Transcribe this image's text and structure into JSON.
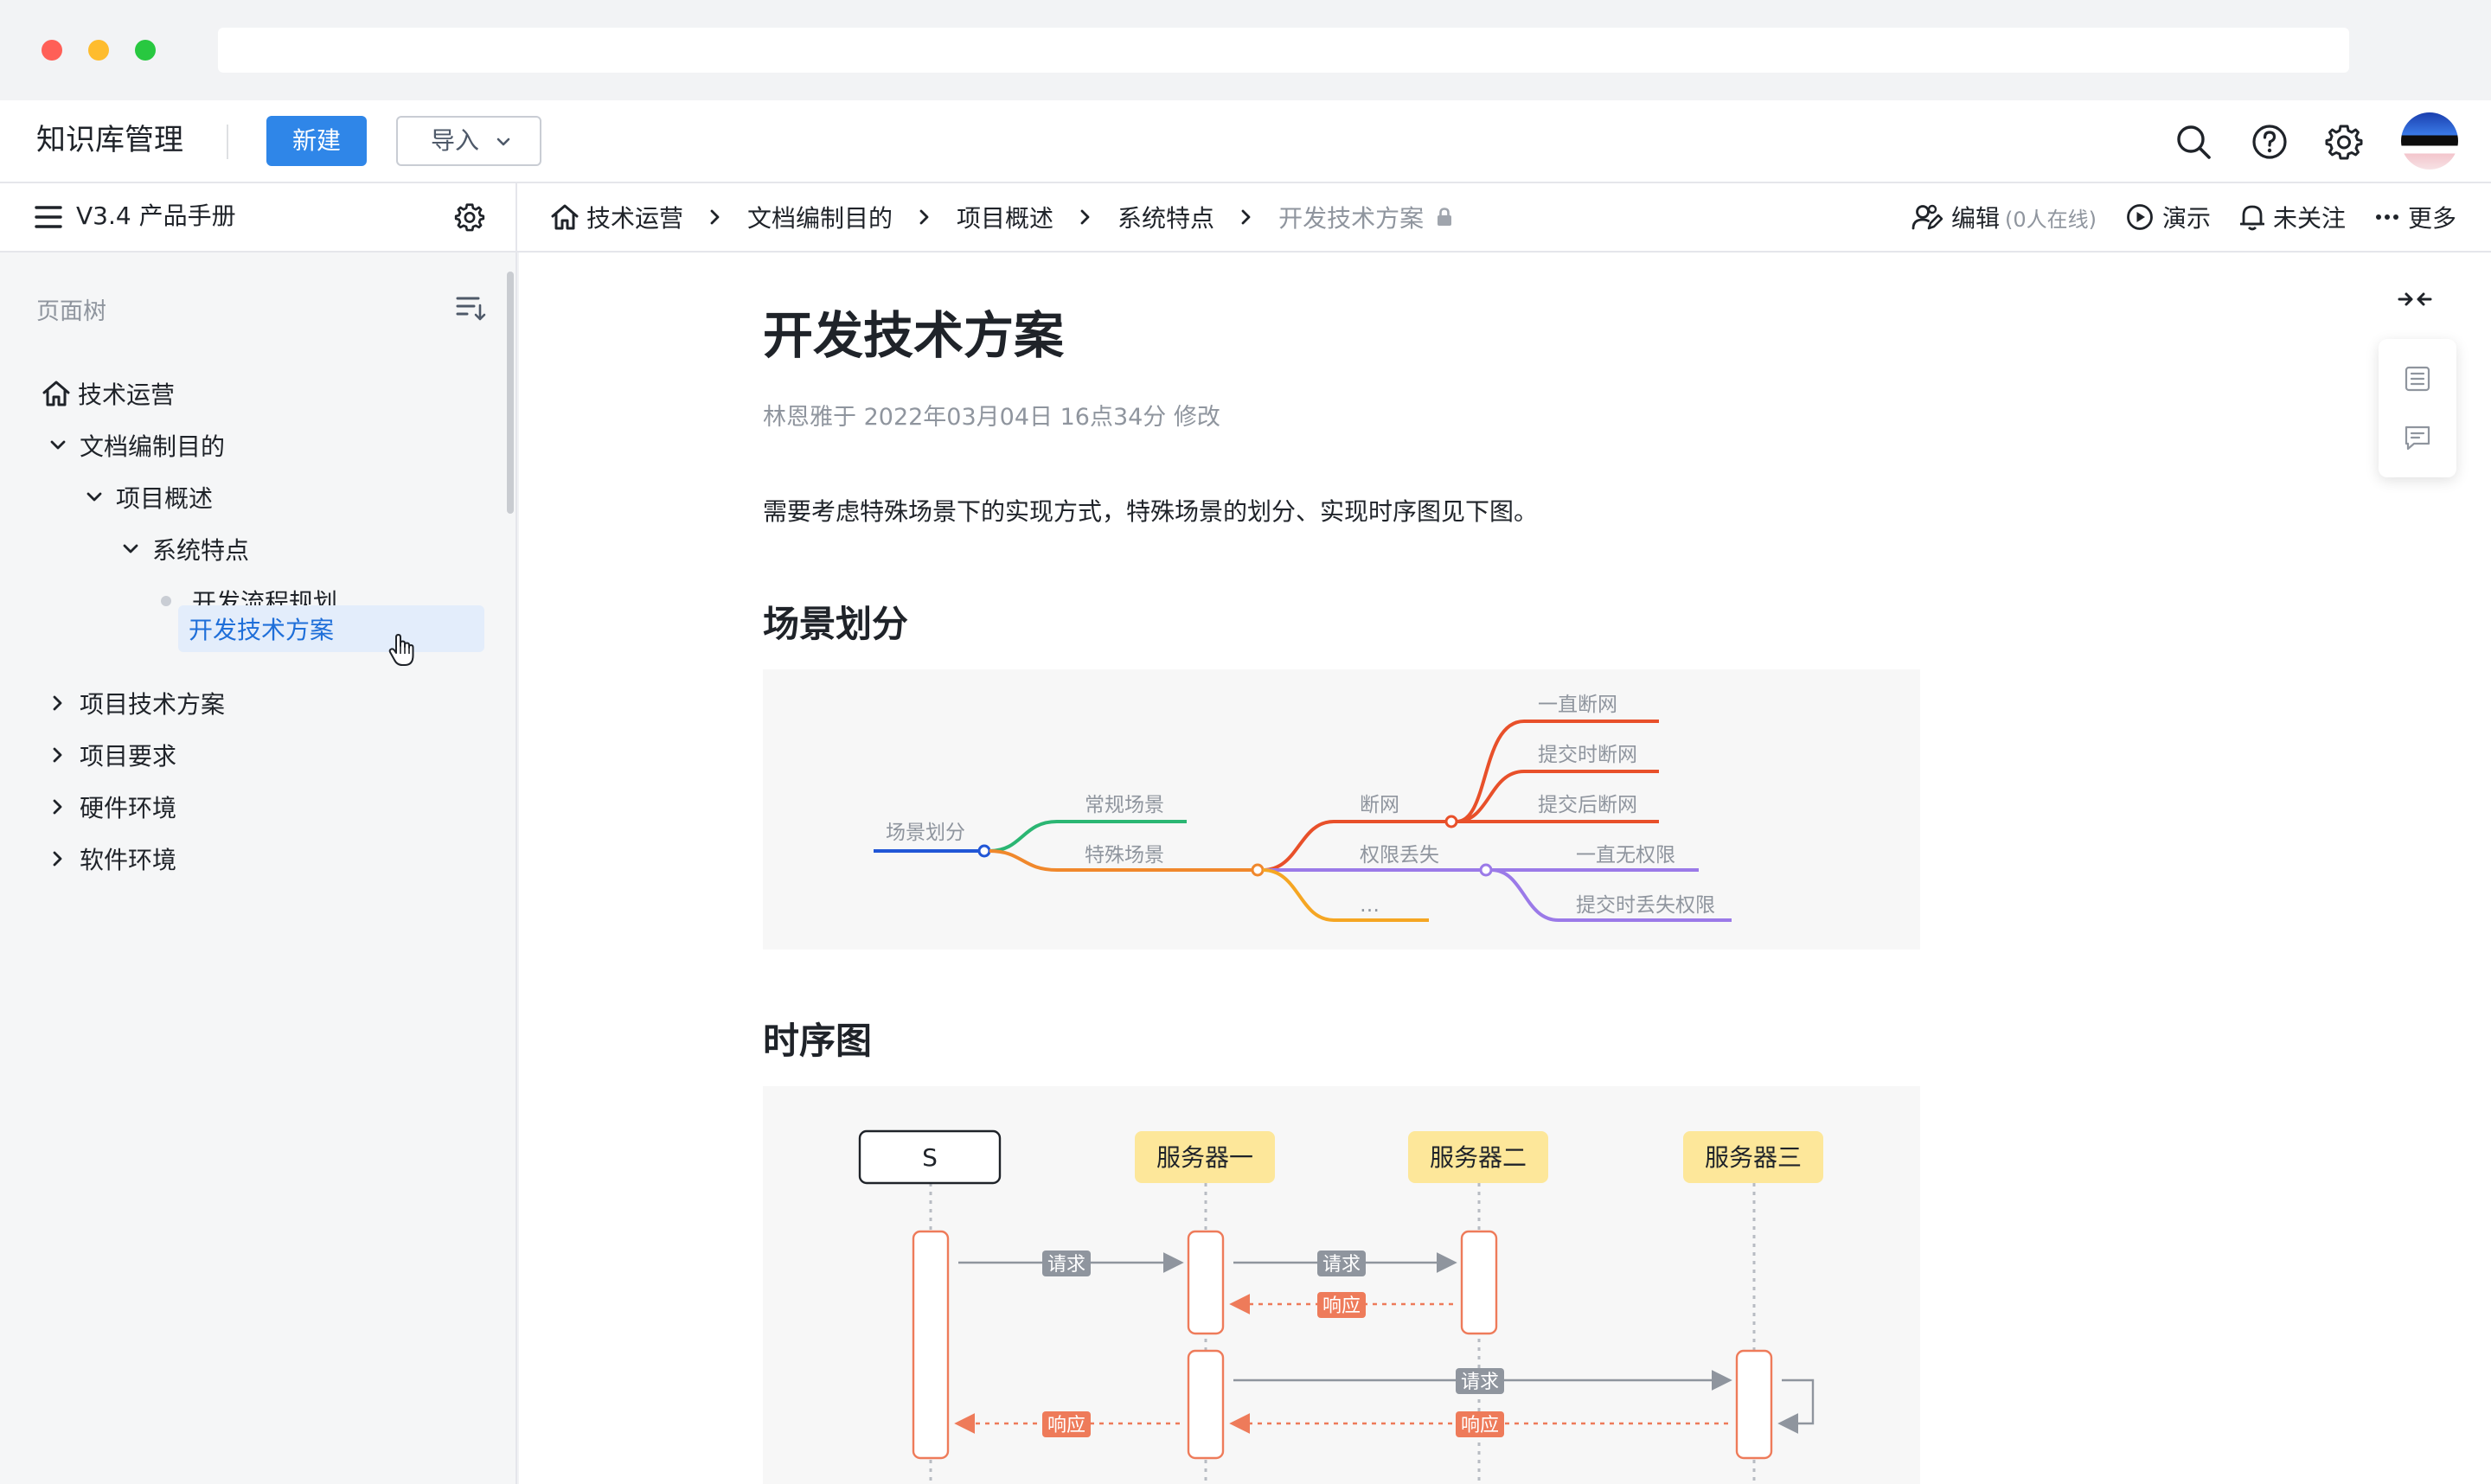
{
  "app": {
    "title": "知识库管理",
    "new_button": "新建",
    "import_button": "导入"
  },
  "space": {
    "name": "V3.4 产品手册"
  },
  "breadcrumb": [
    {
      "label": "技术运营"
    },
    {
      "label": "文档编制目的"
    },
    {
      "label": "项目概述"
    },
    {
      "label": "系统特点"
    },
    {
      "label": "开发技术方案"
    }
  ],
  "actions": {
    "edit": "编辑",
    "online": "(0人在线)",
    "present": "演示",
    "follow": "未关注",
    "more": "更多"
  },
  "tree": {
    "title": "页面树",
    "items": [
      {
        "label": "技术运营"
      },
      {
        "label": "文档编制目的"
      },
      {
        "label": "项目概述"
      },
      {
        "label": "系统特点"
      },
      {
        "label": "开发流程规划"
      },
      {
        "label": "开发技术方案"
      },
      {
        "label": "项目技术方案"
      },
      {
        "label": "项目要求"
      },
      {
        "label": "硬件环境"
      },
      {
        "label": "软件环境"
      }
    ]
  },
  "document": {
    "title": "开发技术方案",
    "meta": "林恩雅于 2022年03月04日 16点34分 修改",
    "paragraph": "需要考虑特殊场景下的实现方式，特殊场景的划分、实现时序图见下图。",
    "section1": "场景划分",
    "section2": "时序图"
  },
  "mindmap": {
    "root": "场景划分",
    "normal": "常规场景",
    "special": "特殊场景",
    "network": "断网",
    "net1": "一直断网",
    "net2": "提交时断网",
    "net3": "提交后断网",
    "perm": "权限丢失",
    "perm1": "一直无权限",
    "perm2": "提交时丢失权限",
    "etc": "…"
  },
  "sequence": {
    "actors": [
      "S",
      "服务器一",
      "服务器二",
      "服务器三"
    ],
    "request": "请求",
    "response": "响应"
  },
  "colors": {
    "primary": "#2f86e8",
    "link": "#1f6fd9",
    "mind_blue": "#2156d6",
    "mind_green": "#2bb673",
    "mind_orange": "#f0882c",
    "mind_red": "#e8502a",
    "mind_purple": "#9b7ae8",
    "mind_yellow": "#f5a623",
    "seq_orange": "#ee7b5a",
    "seq_gray": "#8f959e",
    "seq_actor": "#fde79a"
  }
}
